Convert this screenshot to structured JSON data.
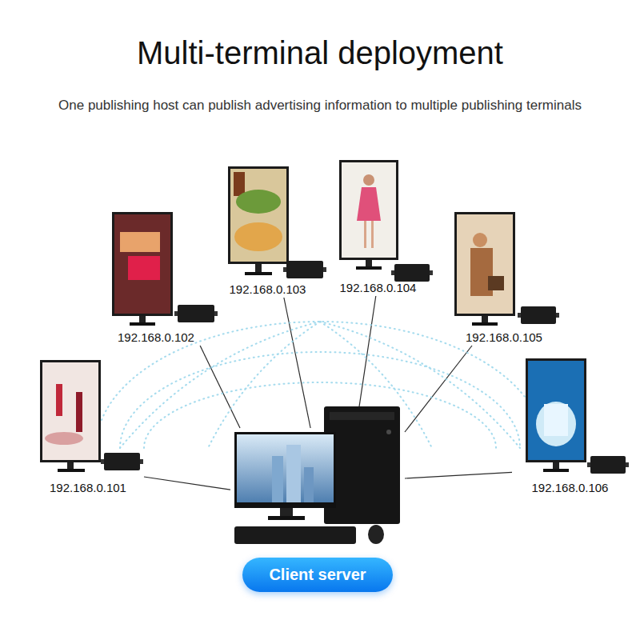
{
  "diagram": {
    "title": "Multi-terminal deployment",
    "nodes": [
      {
        "text": [
          "192.168.0.101"
        ]
      },
      {
        "text": [
          "192.168.0.102"
        ]
      },
      {
        "text": [
          "192.168.0.103"
        ]
      },
      {
        "text": [
          "192.168.0.104"
        ]
      },
      {
        "text": [
          "192.168.0.105"
        ]
      },
      {
        "text": [
          "192.168.0.106"
        ]
      },
      {
        "text": [
          "Client server"
        ]
      }
    ],
    "edges": [
      {
        "from": 6,
        "to": 0,
        "arrow": "none"
      },
      {
        "from": 6,
        "to": 1,
        "arrow": "none"
      },
      {
        "from": 6,
        "to": 2,
        "arrow": "none"
      },
      {
        "from": 6,
        "to": 3,
        "arrow": "none"
      },
      {
        "from": 6,
        "to": 4,
        "arrow": "none"
      },
      {
        "from": 6,
        "to": 5,
        "arrow": "none"
      }
    ],
    "labels": [
      "One publishing host can publish advertising information to multiple publishing terminals"
    ]
  }
}
